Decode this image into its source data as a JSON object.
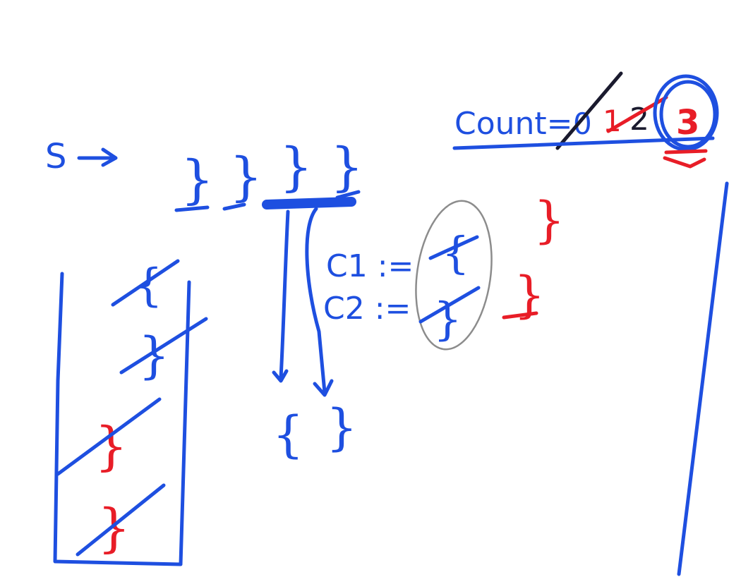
{
  "whiteboard": {
    "string_label": "S",
    "input_braces": [
      "}",
      "}",
      "}",
      "}"
    ],
    "output_braces": [
      "{",
      "}"
    ],
    "c1_label": "C1 :=",
    "c2_label": "C2 :=",
    "c1_values": [
      "{",
      "}"
    ],
    "c2_values": [
      "}",
      "}"
    ],
    "count": {
      "label": "Count=",
      "values": [
        "0",
        "1",
        "2",
        "3"
      ],
      "final_value": "3"
    },
    "stack_items": [
      "{",
      "}",
      "}",
      "}"
    ],
    "colors": {
      "ink_blue": "#1e4fe0",
      "ink_red": "#e81d27",
      "ink_dark": "#1a1a2e",
      "ink_gray": "#8c8c8c"
    }
  }
}
